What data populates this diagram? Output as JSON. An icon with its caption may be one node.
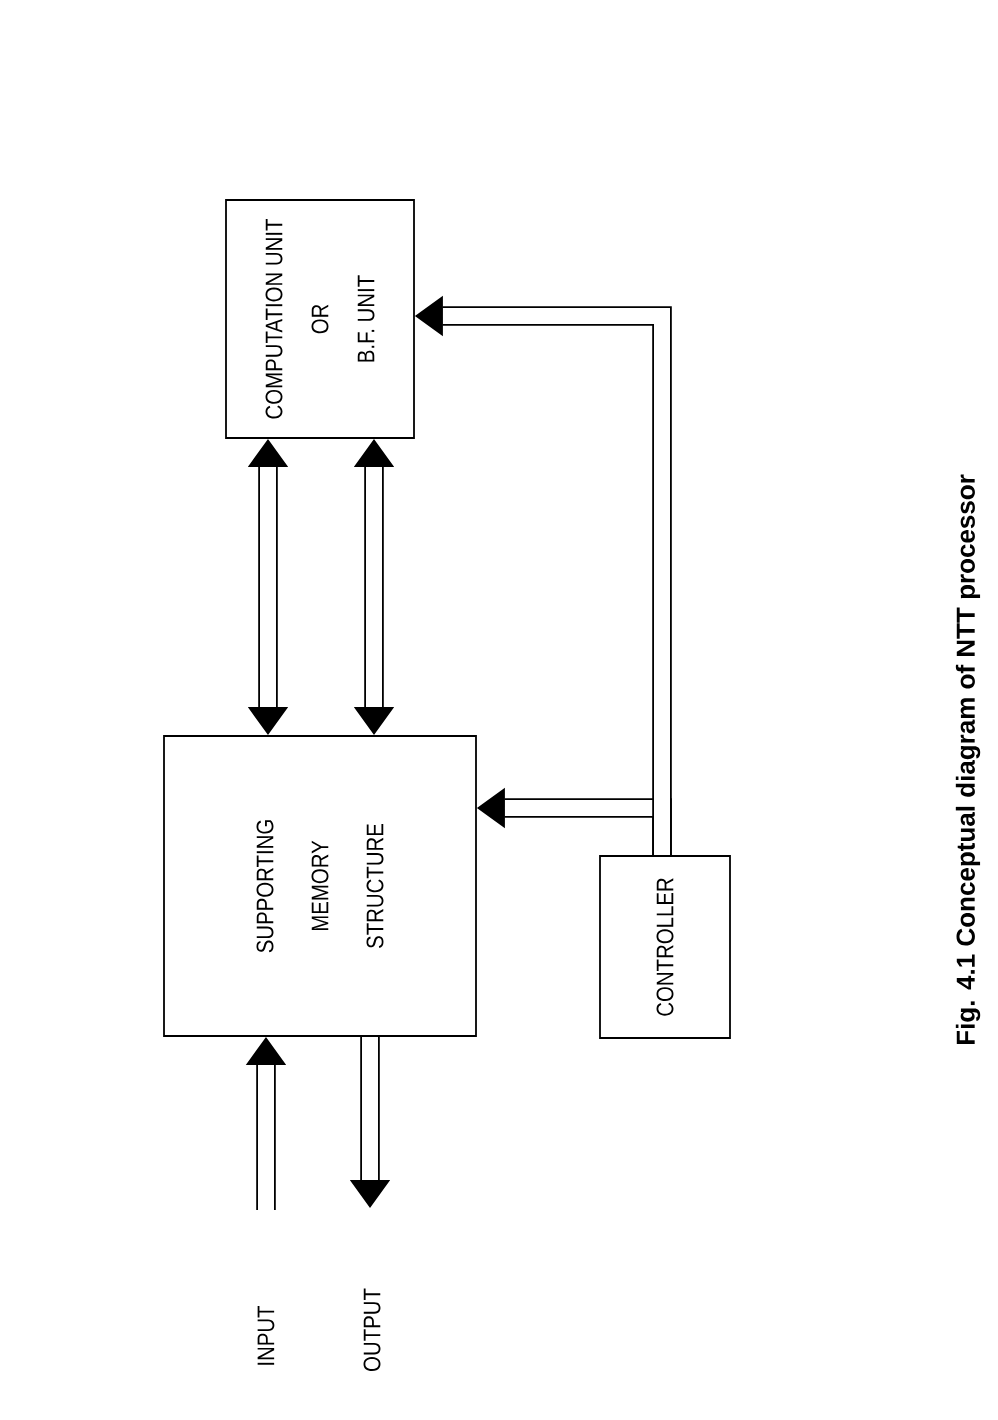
{
  "diagram": {
    "caption": "Fig. 4.1 Conceptual diagram of NTT processor",
    "nodes": [
      {
        "text": [
          "COMPUTATION UNIT OR B.F. UNIT"
        ]
      },
      {
        "text": [
          "SUPPORTING MEMORY STRUCTURE"
        ]
      },
      {
        "text": [
          "CONTROLLER"
        ]
      }
    ],
    "edges": [
      {
        "from": 1,
        "to": 0,
        "arrow": "both"
      },
      {
        "from": 1,
        "to": 0,
        "arrow": "both"
      },
      {
        "from": 2,
        "to": 0,
        "arrow": "to"
      },
      {
        "from": 2,
        "to": 1,
        "arrow": "to"
      },
      {
        "from": null,
        "to": 1,
        "arrow": "to"
      },
      {
        "from": 1,
        "to": null,
        "arrow": "to"
      }
    ],
    "labels": [
      "INPUT",
      "OUTPUT"
    ]
  }
}
